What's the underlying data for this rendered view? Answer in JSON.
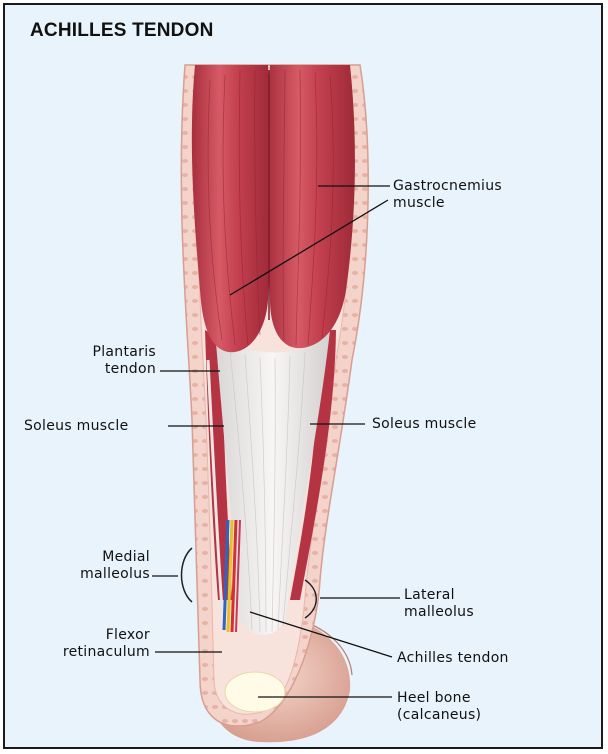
{
  "title": "ACHILLES TENDON",
  "labels": {
    "gastrocnemius": [
      "Gastrocnemius",
      "muscle"
    ],
    "plantaris": [
      "Plantaris",
      "tendon"
    ],
    "soleus_left": "Soleus muscle",
    "soleus_right": "Soleus muscle",
    "medial_malleolus": [
      "Medial",
      "malleolus"
    ],
    "lateral_malleolus": [
      "Lateral",
      "malleolus"
    ],
    "flexor_retinaculum": [
      "Flexor",
      "retinaculum"
    ],
    "achilles_tendon": "Achilles tendon",
    "heel_bone": [
      "Heel bone",
      "(calcaneus)"
    ]
  },
  "colors": {
    "background": "#e8f3fb",
    "muscle": "#c8414f",
    "tendon": "#ece9e8",
    "skin": "#f0c9c0",
    "bone": "#fffbe6"
  }
}
